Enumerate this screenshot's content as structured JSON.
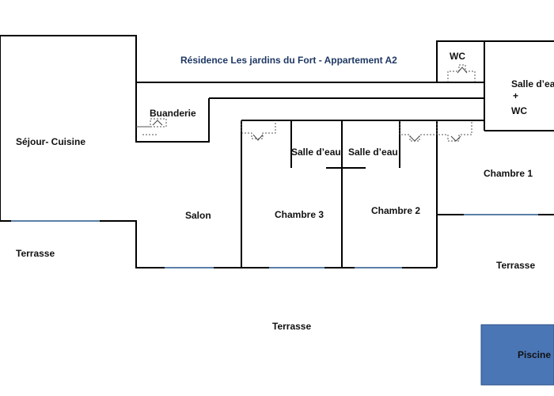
{
  "title": "Résidence Les jardins du Fort - Appartement A2",
  "rooms": {
    "sejour": "Séjour- Cuisine",
    "buanderie": "Buanderie",
    "salon": "Salon",
    "chambre3": "Chambre 3",
    "salle_eau_3": "Salle d’eau",
    "salle_eau_2": "Salle d’eau",
    "chambre2": "Chambre 2",
    "wc": "WC",
    "salle_eau_wc_line1": "Salle d’eau",
    "salle_eau_wc_line2": "+",
    "salle_eau_wc_line3": "WC",
    "chambre1": "Chambre 1"
  },
  "terraces": {
    "left": "Terrasse",
    "right": "Terrasse",
    "bottom": "Terrasse"
  },
  "pool": {
    "label": "Piscine",
    "color": "#4a76b5"
  },
  "colors": {
    "wall": "#000000",
    "window": "#5b7fa6",
    "door": "#555555",
    "title": "#1f3864"
  }
}
